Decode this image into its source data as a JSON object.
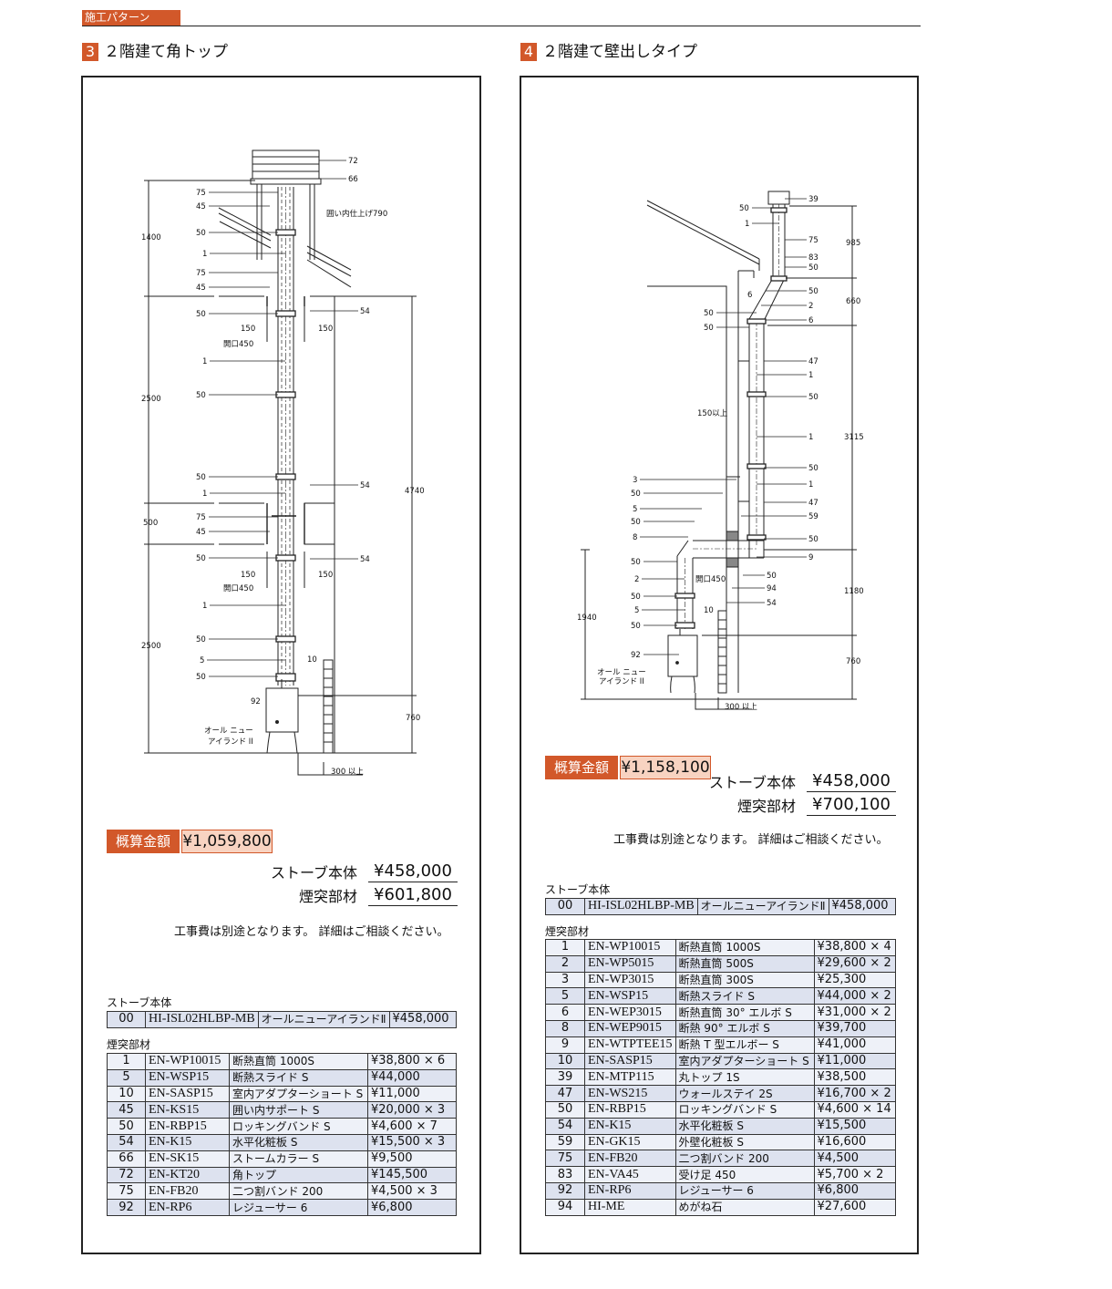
{
  "section_tag": "施工パターン",
  "patterns": [
    {
      "number": "3",
      "title": "２階建て角トップ",
      "estimate_label": "概算金額",
      "estimate_total": "¥1,059,800",
      "stove_label": "ストーブ本体",
      "stove_price": "¥458,000",
      "chimney_label": "煙突部材",
      "chimney_price": "¥601,800",
      "note": "工事費は別途となります。 詳細はご相談ください。",
      "stove_table_caption": "ストーブ本体",
      "stove_row": [
        "00",
        "HI-ISL02HLBP-MB",
        "オールニューアイランドⅡ",
        "¥458,000"
      ],
      "parts_table_caption": "煙突部材",
      "parts": [
        [
          "1",
          "EN-WP10015",
          "断熱直筒 1000S",
          "¥38,800 × 6"
        ],
        [
          "5",
          "EN-WSP15",
          "断熱スライド S",
          "¥44,000"
        ],
        [
          "10",
          "EN-SASP15",
          "室内アダプターショート S",
          "¥11,000"
        ],
        [
          "45",
          "EN-KS15",
          "囲い内サポート S",
          "¥20,000 × 3"
        ],
        [
          "50",
          "EN-RBP15",
          "ロッキングバンド S",
          "¥4,600 × 7"
        ],
        [
          "54",
          "EN-K15",
          "水平化粧板 S",
          "¥15,500 × 3"
        ],
        [
          "66",
          "EN-SK15",
          "ストームカラー S",
          "¥9,500"
        ],
        [
          "72",
          "EN-KT20",
          "角トップ",
          "¥145,500"
        ],
        [
          "75",
          "EN-FB20",
          "二つ割バンド 200",
          "¥4,500 × 3"
        ],
        [
          "92",
          "EN-RP6",
          "レジューサー 6",
          "¥6,800"
        ]
      ],
      "drawing_labels": [
        "72",
        "66",
        "75",
        "45",
        "囲い内仕上げ790",
        "1400",
        "50",
        "1",
        "75",
        "45",
        "54",
        "50",
        "150",
        "150",
        "開口450",
        "1",
        "2500",
        "50",
        "50",
        "1",
        "54",
        "4740",
        "500",
        "75",
        "45",
        "50",
        "54",
        "150",
        "150",
        "開口450",
        "1",
        "2500",
        "50",
        "5",
        "10",
        "50",
        "92",
        "760",
        "オール ニュー",
        "アイランド II",
        "300 以上"
      ]
    },
    {
      "number": "4",
      "title": "２階建て壁出しタイプ",
      "estimate_label": "概算金額",
      "estimate_total": "¥1,158,100",
      "stove_label": "ストーブ本体",
      "stove_price": "¥458,000",
      "chimney_label": "煙突部材",
      "chimney_price": "¥700,100",
      "note": "工事費は別途となります。 詳細はご相談ください。",
      "stove_table_caption": "ストーブ本体",
      "stove_row": [
        "00",
        "HI-ISL02HLBP-MB",
        "オールニューアイランドⅡ",
        "¥458,000"
      ],
      "parts_table_caption": "煙突部材",
      "parts": [
        [
          "1",
          "EN-WP10015",
          "断熱直筒 1000S",
          "¥38,800 × 4"
        ],
        [
          "2",
          "EN-WP5015",
          "断熱直筒 500S",
          "¥29,600 × 2"
        ],
        [
          "3",
          "EN-WP3015",
          "断熱直筒 300S",
          "¥25,300"
        ],
        [
          "5",
          "EN-WSP15",
          "断熱スライド S",
          "¥44,000 × 2"
        ],
        [
          "6",
          "EN-WEP3015",
          "断熱直筒 30° エルボ S",
          "¥31,000 × 2"
        ],
        [
          "8",
          "EN-WEP9015",
          "断熱 90° エルボ S",
          "¥39,700"
        ],
        [
          "9",
          "EN-WTPTEE15",
          "断熱 T 型エルボー S",
          "¥41,000"
        ],
        [
          "10",
          "EN-SASP15",
          "室内アダプターショート S",
          "¥11,000"
        ],
        [
          "39",
          "EN-MTP115",
          "丸トップ 1S",
          "¥38,500"
        ],
        [
          "47",
          "EN-WS215",
          "ウォールステイ 2S",
          "¥16,700 × 2"
        ],
        [
          "50",
          "EN-RBP15",
          "ロッキングバンド S",
          "¥4,600 × 14"
        ],
        [
          "54",
          "EN-K15",
          "水平化粧板 S",
          "¥15,500"
        ],
        [
          "59",
          "EN-GK15",
          "外壁化粧板 S",
          "¥16,600"
        ],
        [
          "75",
          "EN-FB20",
          "二つ割バンド 200",
          "¥4,500"
        ],
        [
          "83",
          "EN-VA45",
          "受け足 450",
          "¥5,700 × 2"
        ],
        [
          "92",
          "EN-RP6",
          "レジューサー 6",
          "¥6,800"
        ],
        [
          "94",
          "HI-ME",
          "めがね石",
          "¥27,600"
        ]
      ],
      "drawing_labels": [
        "39",
        "50",
        "1",
        "75",
        "985",
        "83",
        "50",
        "6",
        "50",
        "660",
        "2",
        "50",
        "6",
        "50",
        "47",
        "1",
        "50",
        "150以上",
        "1",
        "3115",
        "50",
        "3",
        "1",
        "50",
        "47",
        "5",
        "59",
        "50",
        "8",
        "50",
        "9",
        "50",
        "開口450",
        "50",
        "2",
        "94",
        "1180",
        "50",
        "54",
        "5",
        "10",
        "1940",
        "50",
        "92",
        "760",
        "オール ニュー",
        "アイランド II",
        "300 以上"
      ]
    }
  ]
}
